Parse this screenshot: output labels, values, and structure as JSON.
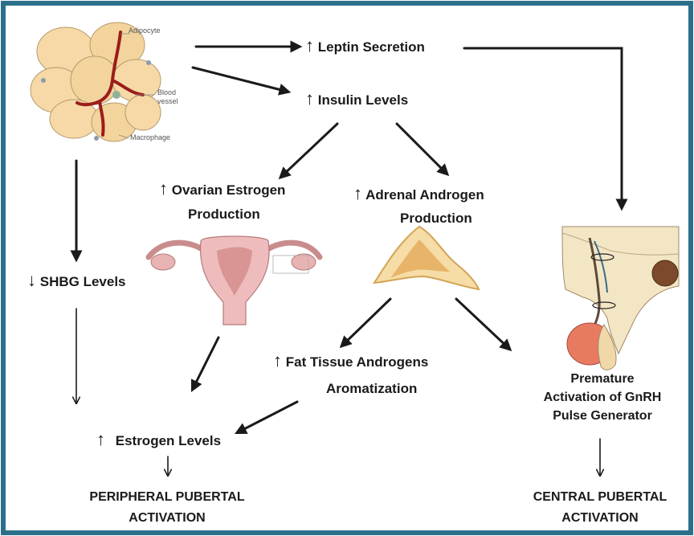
{
  "border_color": "#2b6f8a",
  "nodes": {
    "leptin": {
      "arrow": "↑",
      "text": "Leptin Secretion"
    },
    "insulin": {
      "arrow": "↑",
      "text": "Insulin Levels"
    },
    "ovarian": {
      "arrow": "↑",
      "line1": "Ovarian Estrogen",
      "line2": "Production"
    },
    "adrenal": {
      "arrow": "↑",
      "line1": "Adrenal Androgen",
      "line2": "Production"
    },
    "shbg": {
      "arrow": "↓",
      "text": "SHBG Levels"
    },
    "fat": {
      "arrow": "↑",
      "line1": "Fat Tissue Androgens",
      "line2": "Aromatization"
    },
    "estrogen": {
      "arrow": "↑",
      "text": "Estrogen Levels"
    },
    "gnrh": {
      "line1": "Premature",
      "line2": "Activation of GnRH",
      "line3": "Pulse Generator"
    },
    "peripheral": {
      "line1": "PERIPHERAL PUBERTAL",
      "line2": "ACTIVATION"
    },
    "central": {
      "line1": "CENTRAL PUBERTAL",
      "line2": "ACTIVATION"
    }
  },
  "adipose_labels": {
    "adipocyte": "Adipocyte",
    "blood_vessel_1": "Blood",
    "blood_vessel_2": "vessel",
    "macrophage": "Macrophage"
  },
  "icons": [
    "adipose-tissue-icon",
    "uterus-icon",
    "adrenal-gland-icon",
    "pituitary-gland-icon"
  ]
}
